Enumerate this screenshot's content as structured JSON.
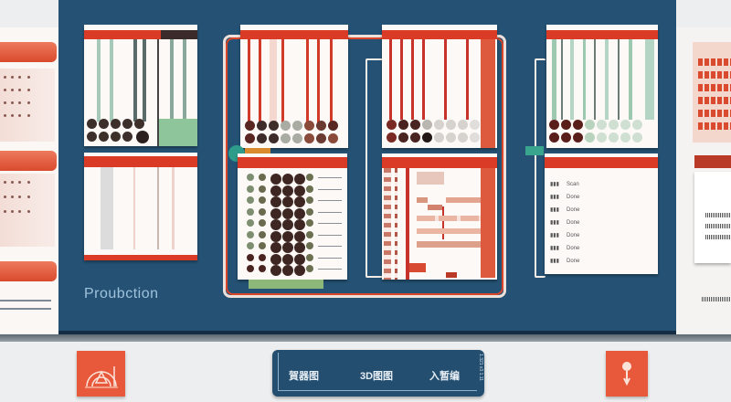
{
  "board": {
    "label": "Proubction",
    "background": "#255274",
    "accent": "#d93b26"
  },
  "cards": [
    {
      "id": "card-1",
      "header": "red-dark",
      "rows_of_circles": 2
    },
    {
      "id": "card-2",
      "header": "red",
      "rows_of_circles": 2
    },
    {
      "id": "card-3",
      "header": "red",
      "rows_of_circles": 2
    },
    {
      "id": "card-4",
      "header": "red",
      "rows_of_circles": 2
    },
    {
      "id": "card-5",
      "header": "red"
    },
    {
      "id": "card-6",
      "header": "red",
      "grid": "circles 9x6"
    },
    {
      "id": "card-7",
      "header": "red",
      "grid": "bars"
    },
    {
      "id": "card-8",
      "header": "red",
      "list_rows": [
        "Scan",
        "Done",
        "Done",
        "Done",
        "Done",
        "Done",
        "Done"
      ]
    }
  ],
  "bottom_nav": {
    "items": [
      "賀器图",
      "3D图图",
      "入暂编"
    ],
    "side_text": "1.321 x3 1.11"
  },
  "icons": {
    "left_button": "chart-arc-icon",
    "right_button": "pin-icon"
  }
}
